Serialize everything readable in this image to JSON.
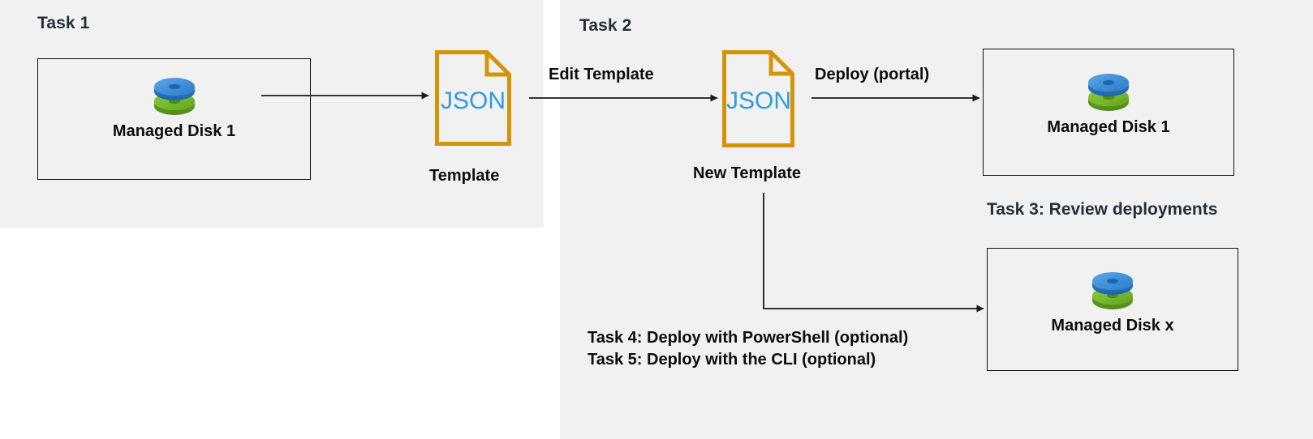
{
  "diagram": {
    "title": "Azure managed disk template deployment task flow",
    "background": "#ffffff",
    "panel_fill": "#f1f1f1",
    "section_title_color": "#25303b",
    "body_text_color": "#0d0d0d",
    "json_icon_border": "#d4940a",
    "json_icon_text_color": "#2e9bdf",
    "disk_blue": "#3f8fd8",
    "disk_green": "#76b82a"
  },
  "sections": {
    "task1": {
      "label": "Task 1"
    },
    "task2": {
      "label": "Task 2"
    },
    "task3": {
      "label": "Task 3: Review deployments"
    }
  },
  "boxes": [
    {
      "id": "disk1-left",
      "label": "Managed Disk 1",
      "icon": "managed-disk-icon"
    },
    {
      "id": "disk1-right",
      "label": "Managed Disk 1",
      "icon": "managed-disk-icon"
    },
    {
      "id": "diskx",
      "label": "Managed Disk x",
      "icon": "managed-disk-icon"
    }
  ],
  "documents": [
    {
      "id": "template",
      "icon_text": "JSON",
      "caption": "Template"
    },
    {
      "id": "new-template",
      "icon_text": "JSON",
      "caption": "New Template"
    }
  ],
  "connector_labels": {
    "edit_template": "Edit Template",
    "deploy_portal": "Deploy (portal)"
  },
  "notes": {
    "task4": "Task 4: Deploy with PowerShell (optional)",
    "task5": "Task 5: Deploy with the CLI (optional)"
  }
}
